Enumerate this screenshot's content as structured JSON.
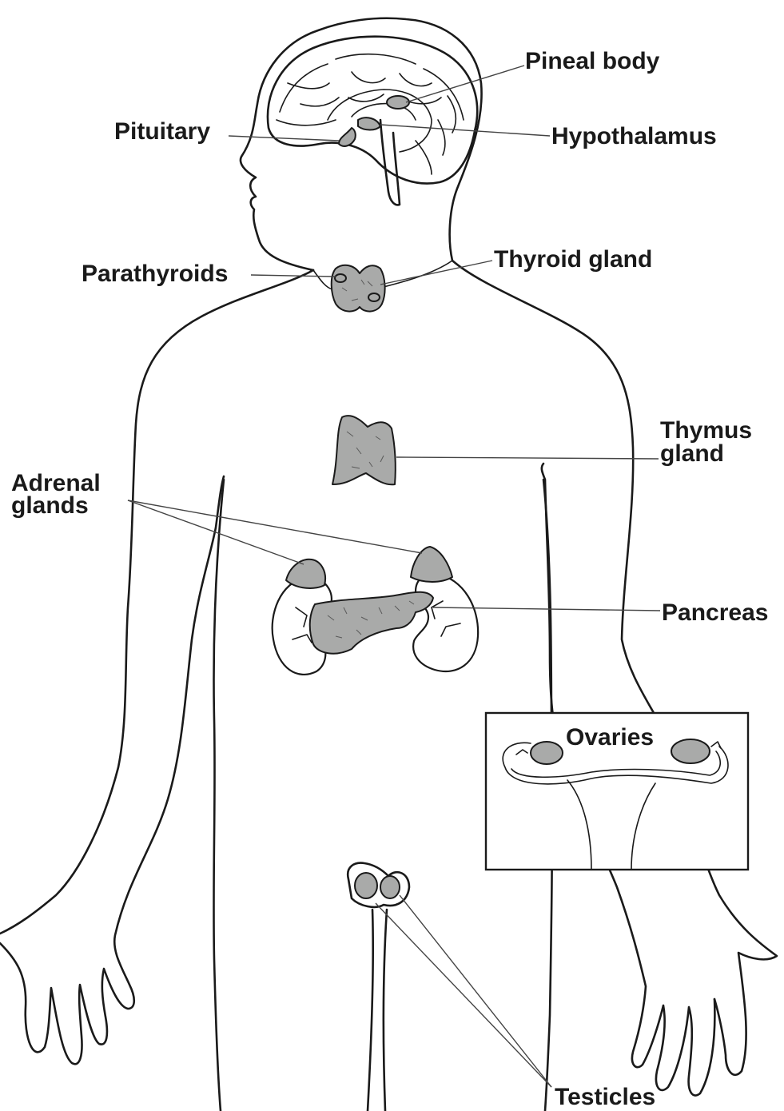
{
  "labels": {
    "pineal_body": "Pineal body",
    "pituitary": "Pituitary",
    "hypothalamus": "Hypothalamus",
    "parathyroids": "Parathyroids",
    "thyroid_gland": "Thyroid gland",
    "thymus_line1": "Thymus",
    "thymus_line2": "gland",
    "adrenal_line1": "Adrenal",
    "adrenal_line2": "glands",
    "pancreas": "Pancreas",
    "ovaries": "Ovaries",
    "testicles": "Testicles"
  },
  "colors": {
    "gland_fill": "#a9aaa9",
    "outline": "#1a1a1a",
    "background": "#ffffff"
  }
}
